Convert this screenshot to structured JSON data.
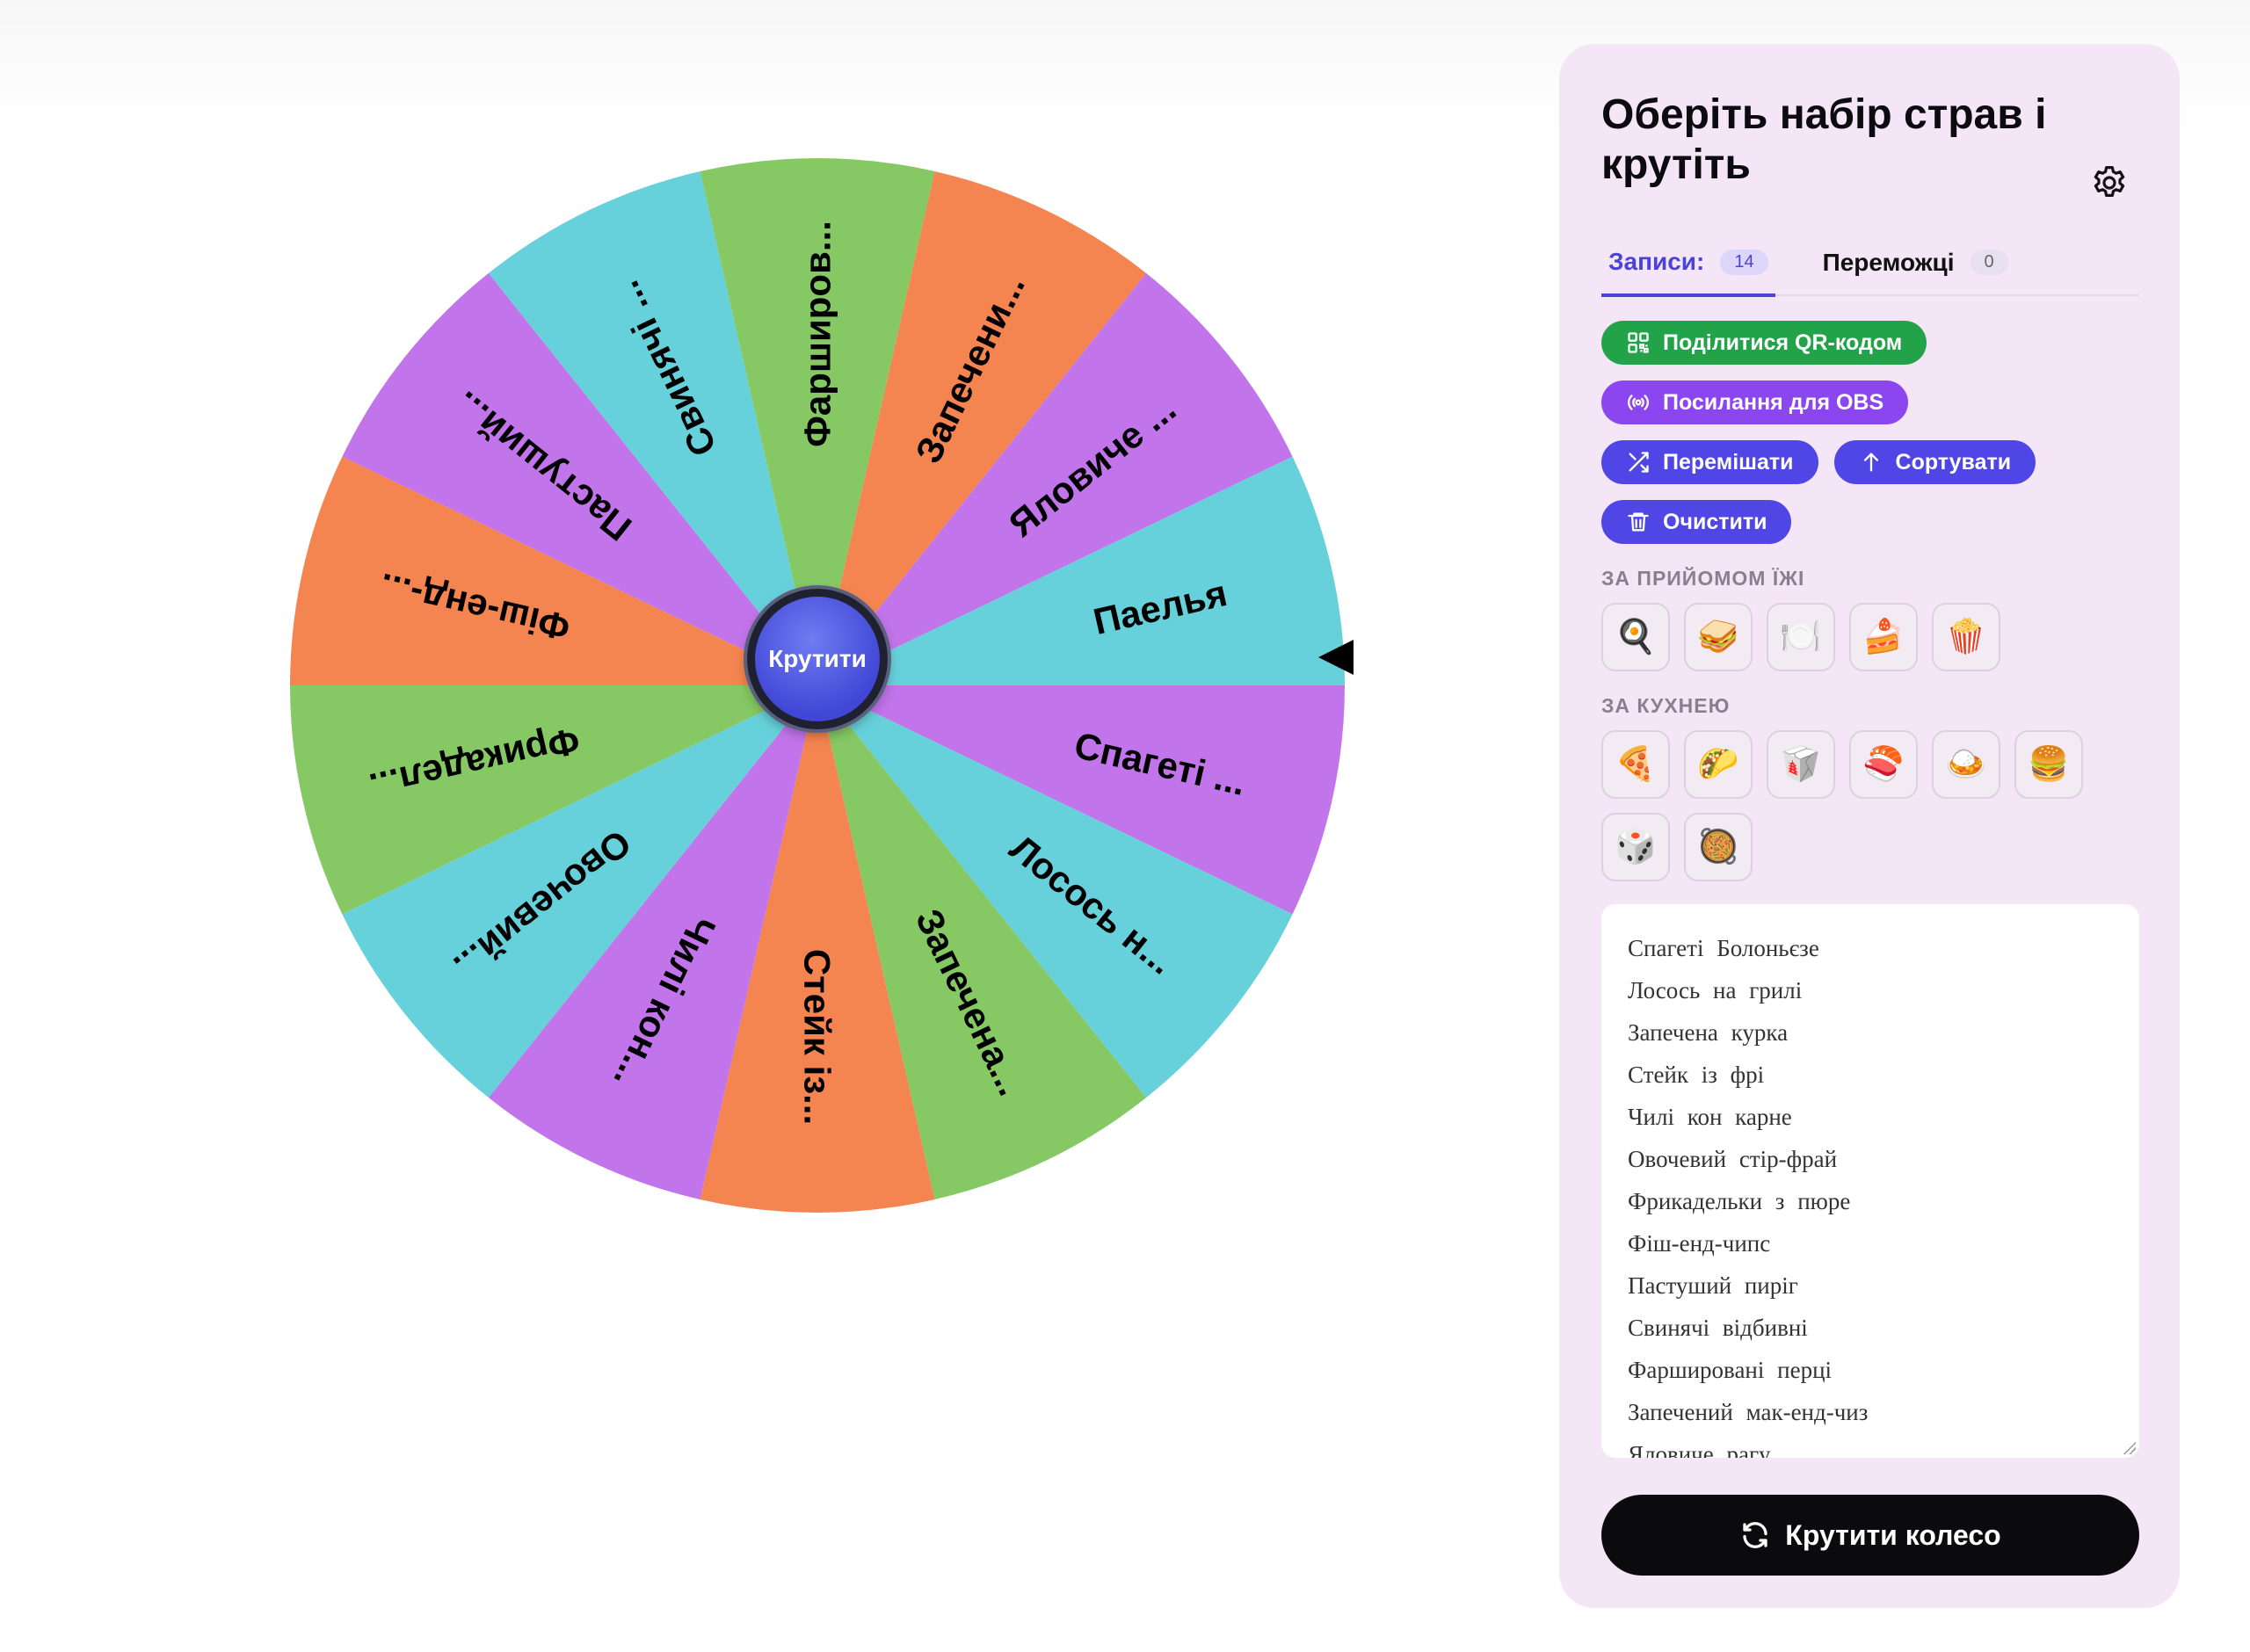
{
  "wheel": {
    "spin_label": "Крутити",
    "segments": [
      {
        "label": "Спагеті ...",
        "color": "#c274ea"
      },
      {
        "label": "Лосось н...",
        "color": "#66d1da"
      },
      {
        "label": "Запечена...",
        "color": "#86c864"
      },
      {
        "label": "Стейк із...",
        "color": "#f58550"
      },
      {
        "label": "Чилі кон...",
        "color": "#c274ea"
      },
      {
        "label": "Овочевий...",
        "color": "#66d1da"
      },
      {
        "label": "Фрикадел...",
        "color": "#86c864"
      },
      {
        "label": "Фіш-енд-...",
        "color": "#f58550"
      },
      {
        "label": "Пастуший...",
        "color": "#c274ea"
      },
      {
        "label": "Свинячі ...",
        "color": "#66d1da"
      },
      {
        "label": "Фарширов...",
        "color": "#86c864"
      },
      {
        "label": "Запечени...",
        "color": "#f58550"
      },
      {
        "label": "Яловиче ...",
        "color": "#c274ea"
      },
      {
        "label": "Паелья",
        "color": "#66d1da"
      }
    ]
  },
  "panel": {
    "title": "Оберіть набір страв і крутіть",
    "tabs": [
      {
        "label": "Записи:",
        "count": "14"
      },
      {
        "label": "Переможці",
        "count": "0"
      }
    ],
    "buttons": {
      "share_qr": "Поділитися QR-кодом",
      "obs_link": "Посилання для OBS",
      "shuffle": "Перемішати",
      "sort": "Сортувати",
      "clear": "Очистити"
    },
    "section_meal": "ЗА ПРИЙОМОМ ЇЖІ",
    "meal_icons": [
      {
        "name": "frying-pan-icon",
        "glyph": "🍳"
      },
      {
        "name": "sandwich-icon",
        "glyph": "🥪"
      },
      {
        "name": "plate-icon",
        "glyph": "🍽️"
      },
      {
        "name": "cake-icon",
        "glyph": "🍰"
      },
      {
        "name": "popcorn-icon",
        "glyph": "🍿"
      }
    ],
    "section_cuisine": "ЗА КУХНЕЮ",
    "cuisine_icons": [
      {
        "name": "pizza-icon",
        "glyph": "🍕"
      },
      {
        "name": "taco-icon",
        "glyph": "🌮"
      },
      {
        "name": "takeout-box-icon",
        "glyph": "🥡"
      },
      {
        "name": "sushi-icon",
        "glyph": "🍣"
      },
      {
        "name": "curry-icon",
        "glyph": "🍛"
      },
      {
        "name": "burger-icon",
        "glyph": "🍔"
      },
      {
        "name": "dice-icon",
        "glyph": "🎲"
      },
      {
        "name": "paella-icon",
        "glyph": "🥘"
      }
    ],
    "entries": [
      "Спагеті Болоньєзе",
      "Лосось на грилі",
      "Запечена курка",
      "Стейк із фрі",
      "Чилі кон карне",
      "Овочевий стір-фрай",
      "Фрикадельки з пюре",
      "Фіш-енд-чипс",
      "Пастуший пиріг",
      "Свинячі відбивні",
      "Фаршировані перці",
      "Запечений мак-енд-чиз",
      "Яловиче рагу"
    ],
    "spin_button": "Крутити колесо"
  }
}
